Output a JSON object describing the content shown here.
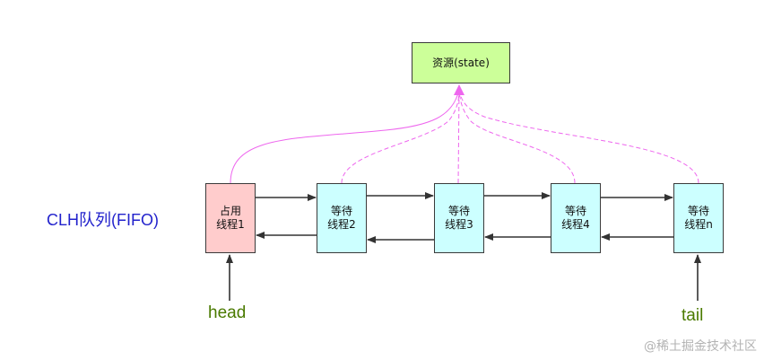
{
  "resource": {
    "label": "资源(state)"
  },
  "queue_label": "CLH队列(FIFO)",
  "nodes": [
    {
      "line1": "占用",
      "line2": "线程1"
    },
    {
      "line1": "等待",
      "line2": "线程2"
    },
    {
      "line1": "等待",
      "line2": "线程3"
    },
    {
      "line1": "等待",
      "line2": "线程4"
    },
    {
      "line1": "等待",
      "line2": "线程n"
    }
  ],
  "pointers": {
    "head": "head",
    "tail": "tail"
  },
  "watermark": "@稀土掘金技术社区",
  "colors": {
    "resource_fill": "#ccff99",
    "owner_fill": "#ffcccc",
    "waiting_fill": "#ccffff",
    "contention_line": "#ee66ee",
    "queue_label": "#2222cc",
    "pointer_label": "#4a7a00"
  }
}
